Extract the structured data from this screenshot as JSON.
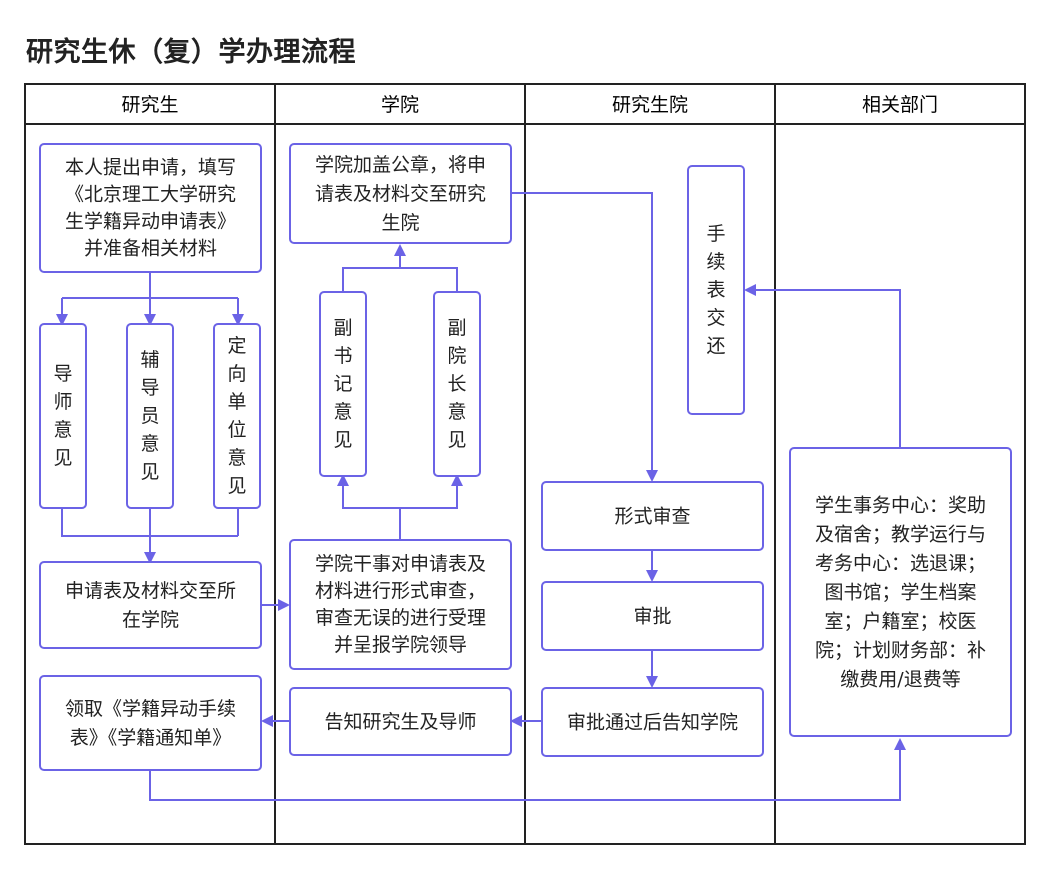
{
  "title": "研究生休（复）学办理流程",
  "lanes": [
    "研究生",
    "学院",
    "研究生院",
    "相关部门"
  ],
  "nodes": {
    "apply": [
      "本人提出申请，填写",
      "《北京理工大学研究",
      "生学籍异动申请表》",
      "并准备相关材料"
    ],
    "tutor": [
      "导",
      "师",
      "意",
      "见"
    ],
    "counselor": [
      "辅",
      "导",
      "员",
      "意",
      "见"
    ],
    "unit": [
      "定",
      "向",
      "单",
      "位",
      "意",
      "见"
    ],
    "submit": [
      "申请表及材料交至所",
      "在学院"
    ],
    "receive": [
      "领取《学籍异动手续",
      "表》《学籍通知单》"
    ],
    "seal": [
      "学院加盖公章，将申",
      "请表及材料交至研究",
      "生院"
    ],
    "secretary": [
      "副",
      "书",
      "记",
      "意",
      "见"
    ],
    "vicedean": [
      "副",
      "院",
      "长",
      "意",
      "见"
    ],
    "review": [
      "学院干事对申请表及",
      "材料进行形式审查，",
      "审查无误的进行受理",
      "并呈报学院领导"
    ],
    "notify": [
      "告知研究生及导师"
    ],
    "handover": [
      "手",
      "续",
      "表",
      "交",
      "还"
    ],
    "formcheck": [
      "形式审查"
    ],
    "approve": [
      "审批"
    ],
    "approved": [
      "审批通过后告知学院"
    ],
    "depts": [
      "学生事务中心：奖助",
      "及宿舍；教学运行与",
      "考务中心：选退课；",
      "图书馆；学生档案",
      "室；户籍室；校医",
      "院；计划财务部：补",
      "缴费用/退费等"
    ]
  },
  "colors": {
    "accent": "#6b63e6",
    "lane_border": "#222222"
  }
}
